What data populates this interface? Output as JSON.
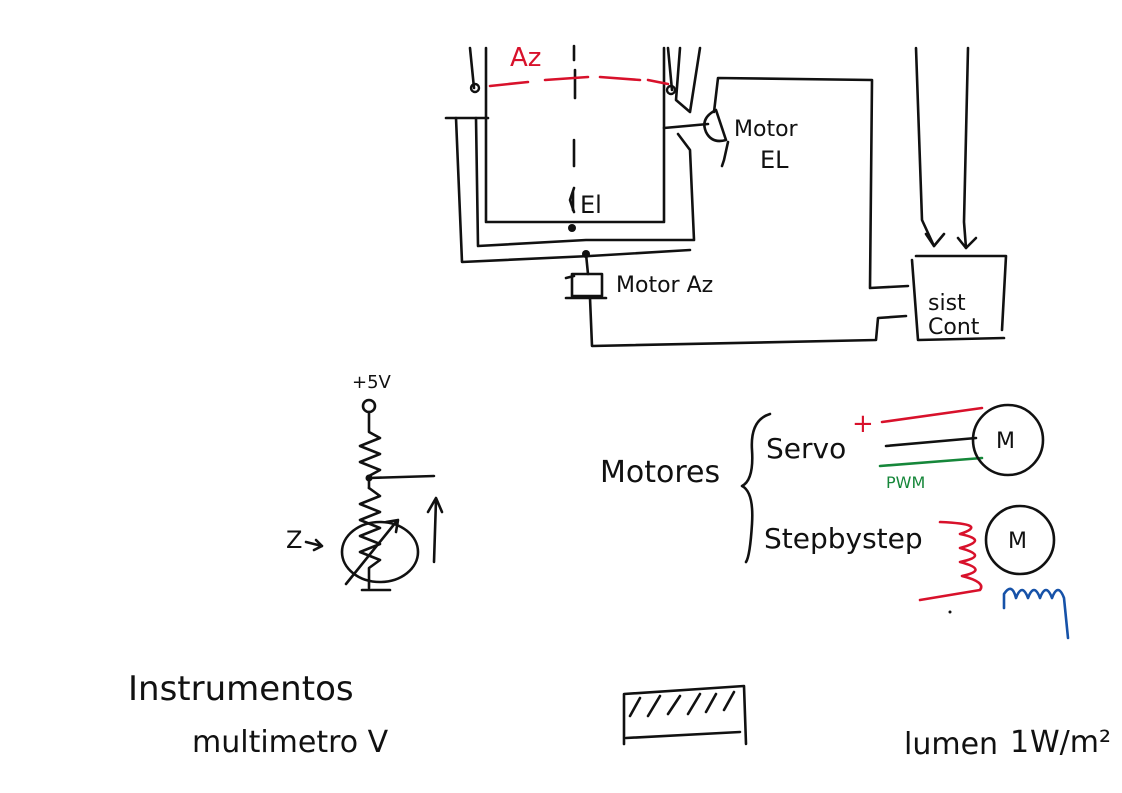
{
  "colors": {
    "ink": "#111111",
    "red": "#d8112b",
    "green": "#16873a",
    "blue": "#1652a8",
    "background": "#ffffff"
  },
  "labels": {
    "axis_az": "Az",
    "axis_el": "El",
    "motor_el_line1": "Motor",
    "motor_el_line2": "EL",
    "motor_az": "Motor Az",
    "sist_line1": "sist",
    "sist_line2": "Cont",
    "supply": "+5V",
    "light": "Z",
    "motores": "Motores",
    "servo": "Servo",
    "plus": "+",
    "pwm": "PWM",
    "motor_symbol_1": "M",
    "step": "Stepbystep",
    "motor_symbol_2": "M",
    "instrumentos": "Instrumentos",
    "multimetro": "multimetro V",
    "lumen": "lumen",
    "lumen_unit": "W/m²",
    "lumen_prefix": "1"
  }
}
